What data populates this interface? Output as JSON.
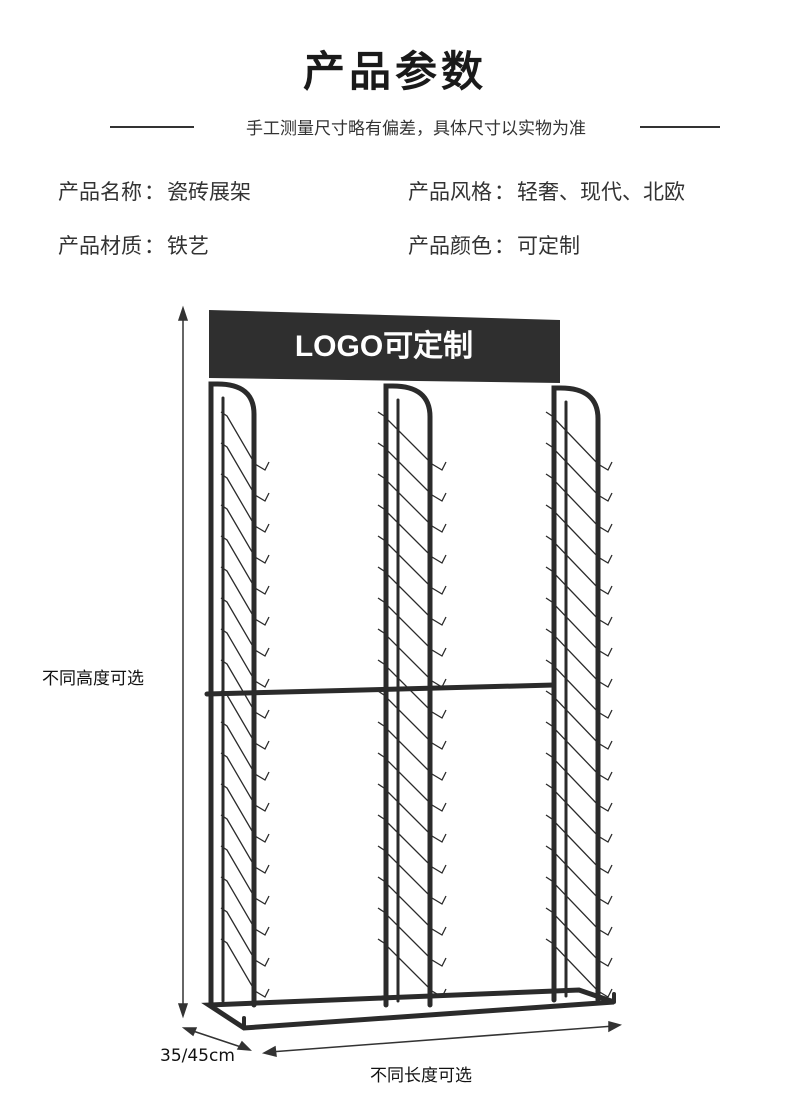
{
  "page": {
    "title": "产品参数",
    "subtitle": "手工测量尺寸略有偏差，具体尺寸以实物为准"
  },
  "specs": {
    "name": {
      "label": "产品名称",
      "sep": "：",
      "value": "瓷砖展架"
    },
    "style": {
      "label": "产品风格",
      "sep": "：",
      "value": "轻奢、现代、北欧"
    },
    "material": {
      "label": "产品材质",
      "sep": "：",
      "value": "铁艺"
    },
    "color": {
      "label": "产品颜色",
      "sep": "：",
      "value": "可定制"
    }
  },
  "product": {
    "logo_text": "LOGO可定制",
    "height_label": "不同高度可选",
    "depth_label": "35/45cm",
    "length_label": "不同长度可选",
    "colors": {
      "frame": "#2b2b2b",
      "sign": "#2f2f2f",
      "logo_text": "#ffffff"
    }
  }
}
